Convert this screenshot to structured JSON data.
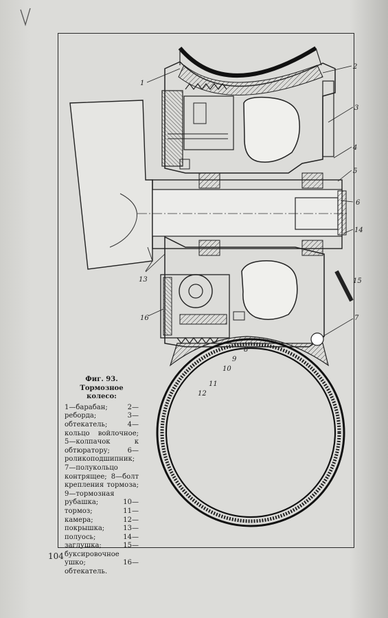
{
  "figure": {
    "number": "Фиг. 93.",
    "title": "Тормозное колесо:",
    "legend_text": "1—барабан; 2—реборда; 3—обтекатель; 4—кольцо войлочное; 5—колпачок к обтюратору; 6—роликоподшипник; 7—полукольцо контрящее; 8—болт крепления тормоза; 9—тормозная рубашка; 10—тормоз; 11—камера; 12—покрышка; 13—полуось; 14—заглушка; 15—буксировочное ушко; 16—обтекатель.",
    "callouts": [
      "1",
      "2",
      "3",
      "4",
      "5",
      "6",
      "14",
      "15",
      "7",
      "8",
      "9",
      "10",
      "11",
      "12",
      "13",
      "16"
    ]
  },
  "page": {
    "number": "104"
  }
}
